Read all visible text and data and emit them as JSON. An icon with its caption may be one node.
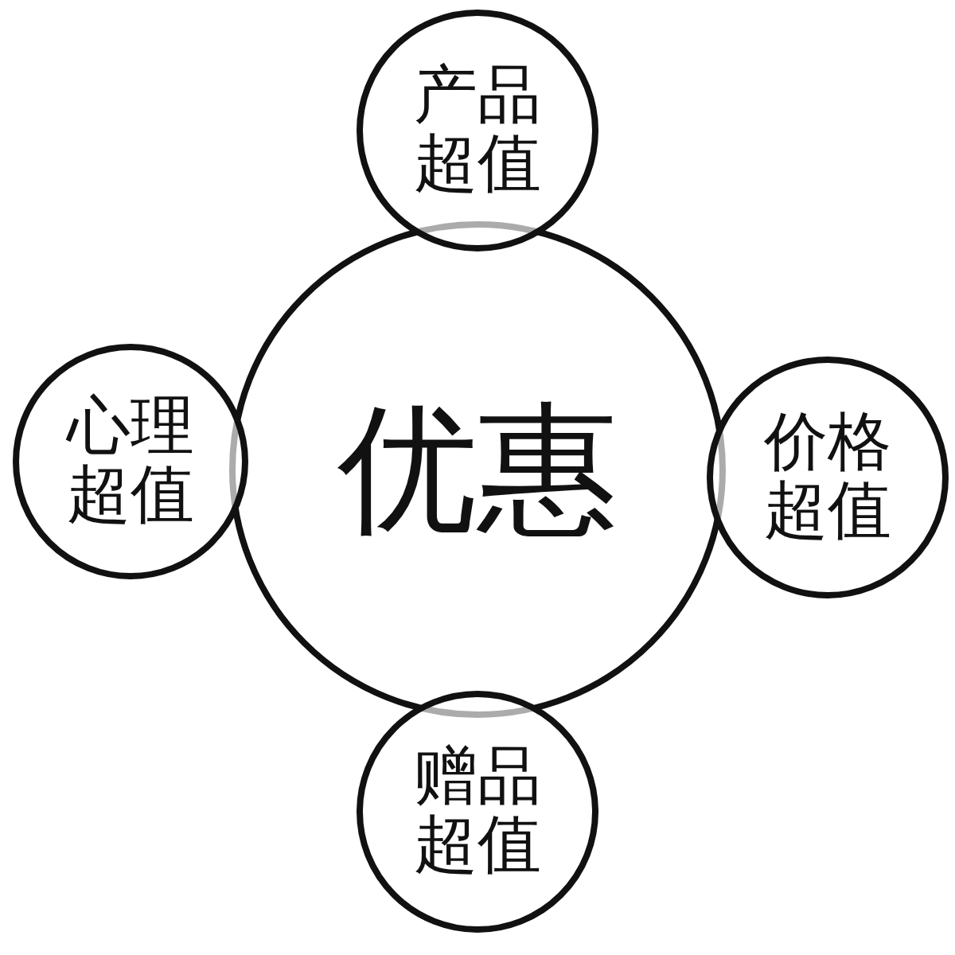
{
  "diagram": {
    "nodes": [
      {
        "text": [
          "产品超值"
        ]
      },
      {
        "text": [
          "心理超值"
        ]
      },
      {
        "text": [
          "优惠"
        ]
      },
      {
        "text": [
          "价格超值"
        ]
      },
      {
        "text": [
          "赠品超值"
        ]
      }
    ]
  }
}
